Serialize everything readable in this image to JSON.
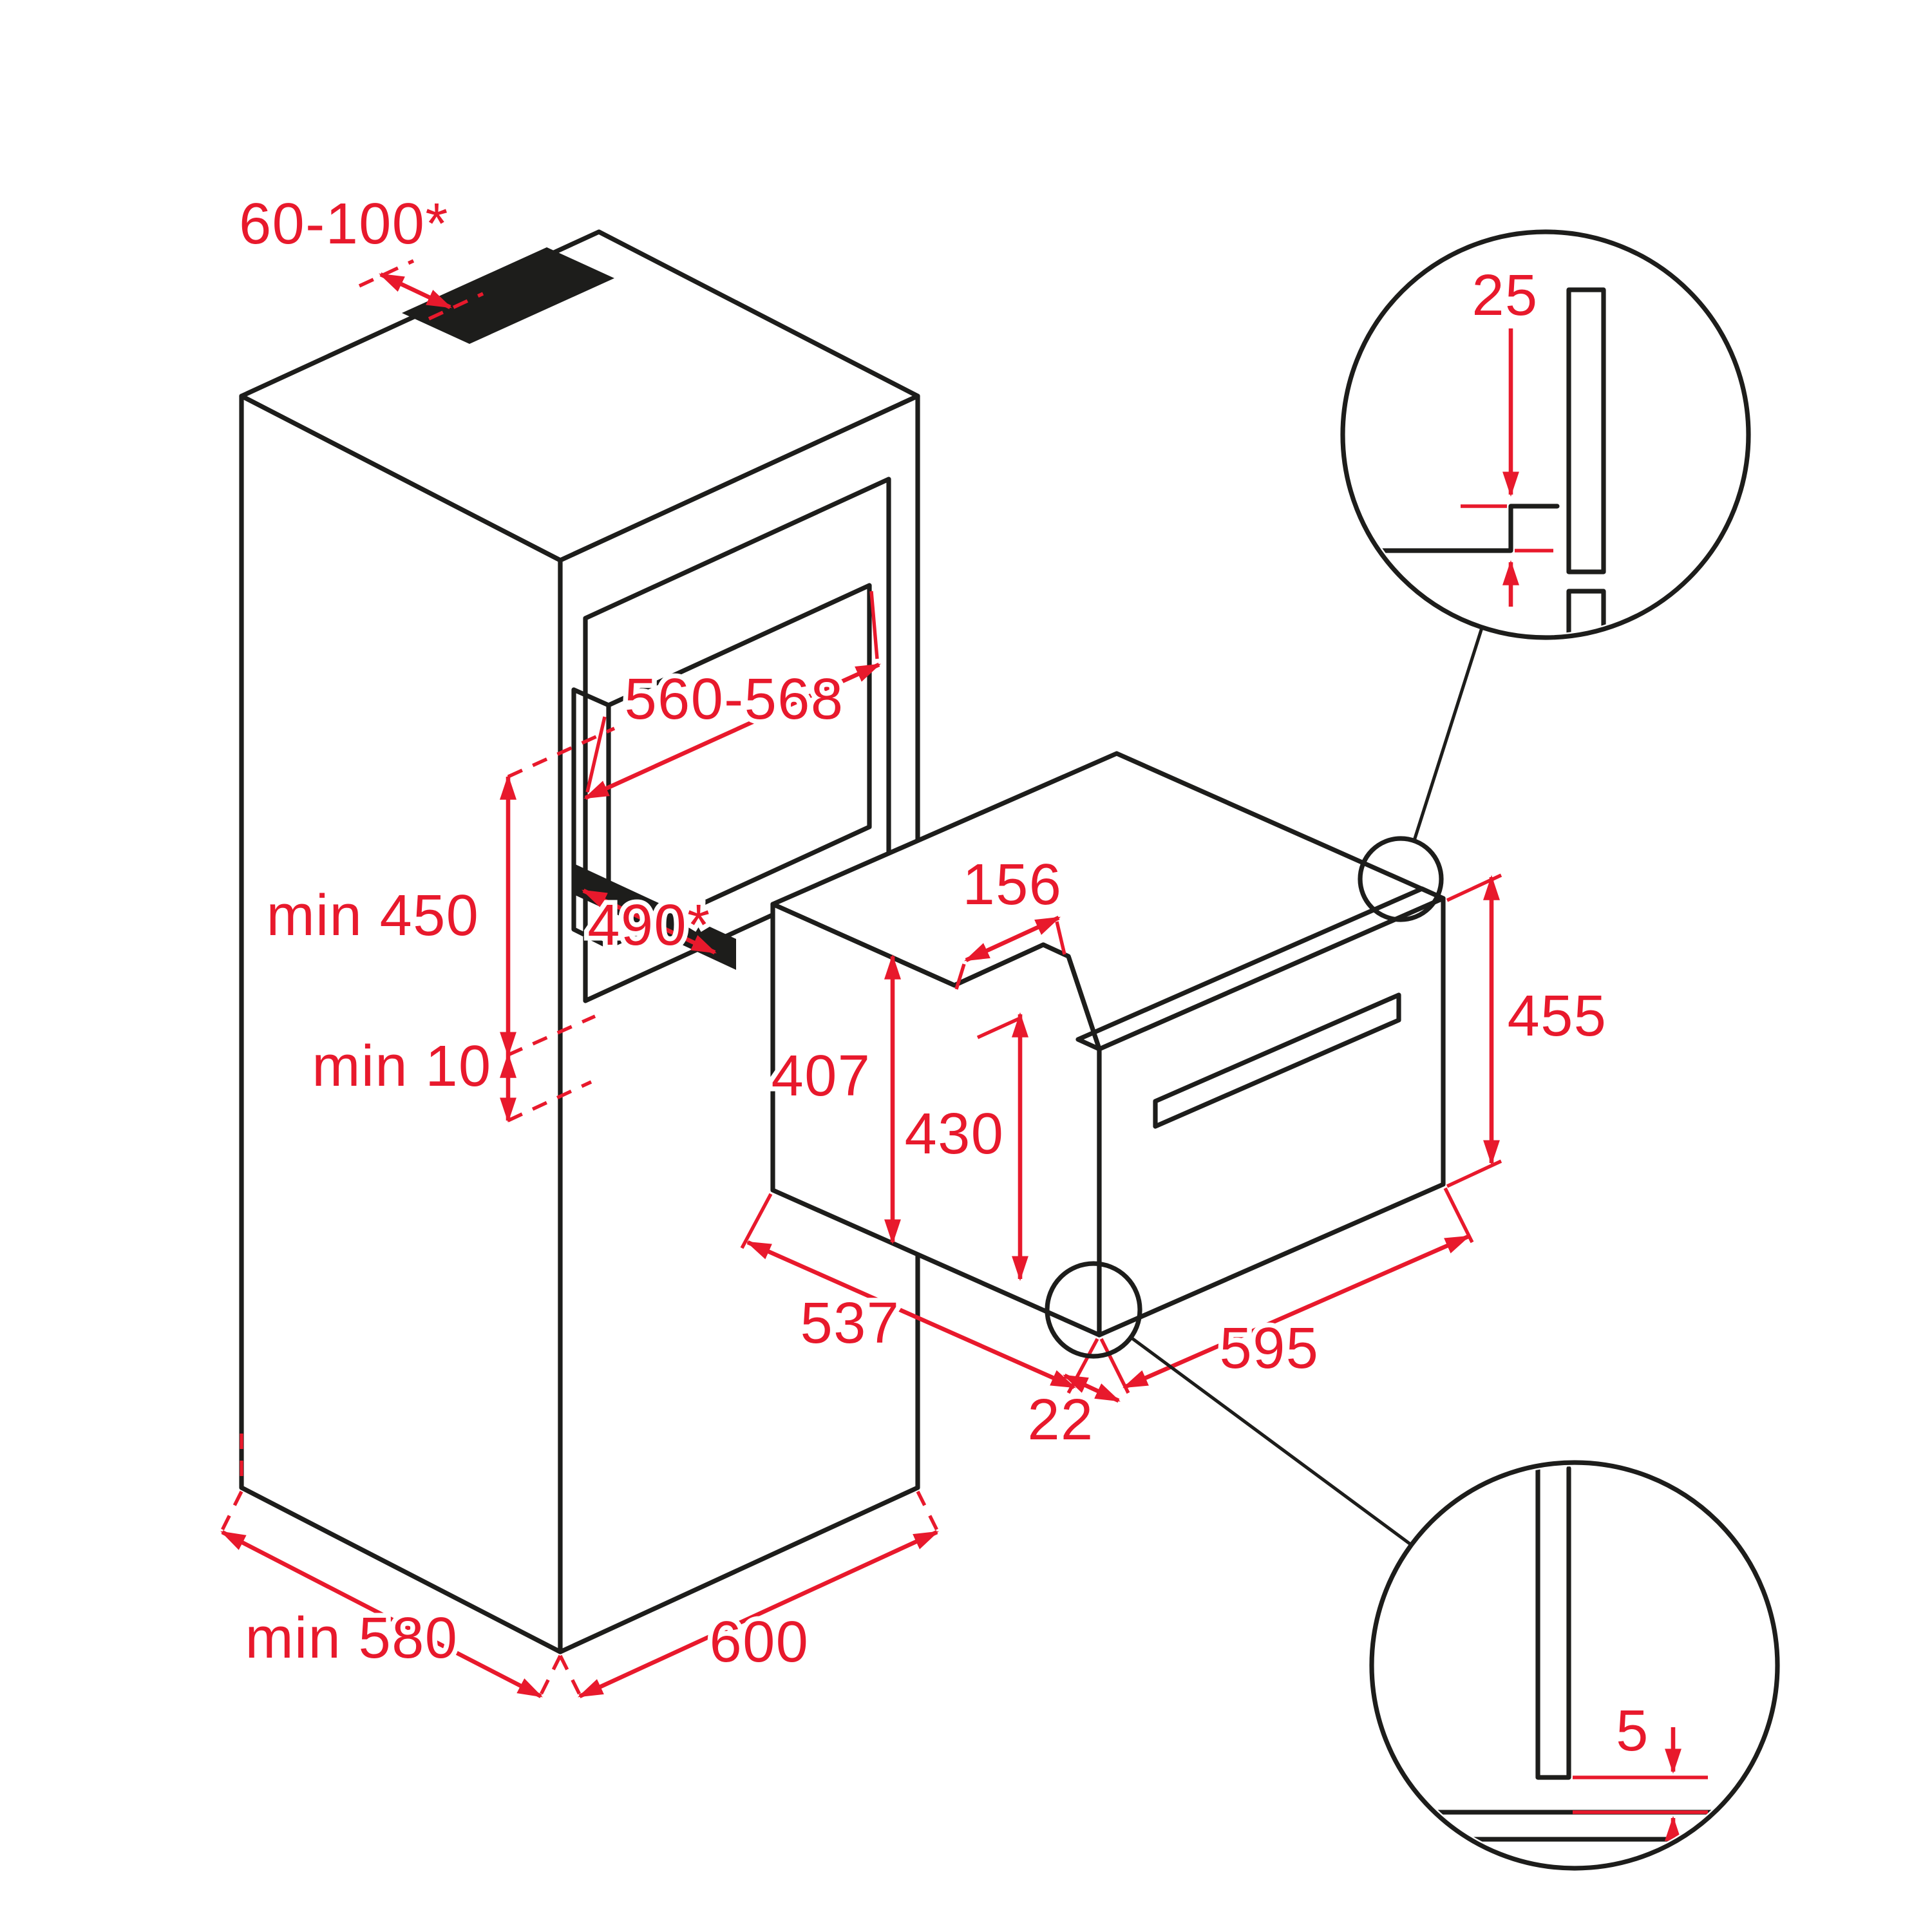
{
  "page": {
    "title": "Built-in oven installation dimensions diagram",
    "background": "#ffffff"
  },
  "colors": {
    "outline": "#1d1d1b",
    "dimension_red": "#e8192c"
  },
  "units": "mm",
  "labels": {
    "vent_gap": "60-100*",
    "niche_width": "560-568",
    "niche_height": "min 450",
    "niche_depth": "490*",
    "niche_bottom_clearance": "min 10",
    "cabinet_depth": "min 580",
    "cabinet_width": "600",
    "oven_top_recess": "156",
    "oven_body_height": "407",
    "oven_inner_height": "430",
    "oven_front_height": "455",
    "oven_body_depth": "537",
    "oven_front_width": "595",
    "oven_door_thickness": "22",
    "detail_top_gap": "25",
    "detail_bottom_gap": "5"
  }
}
